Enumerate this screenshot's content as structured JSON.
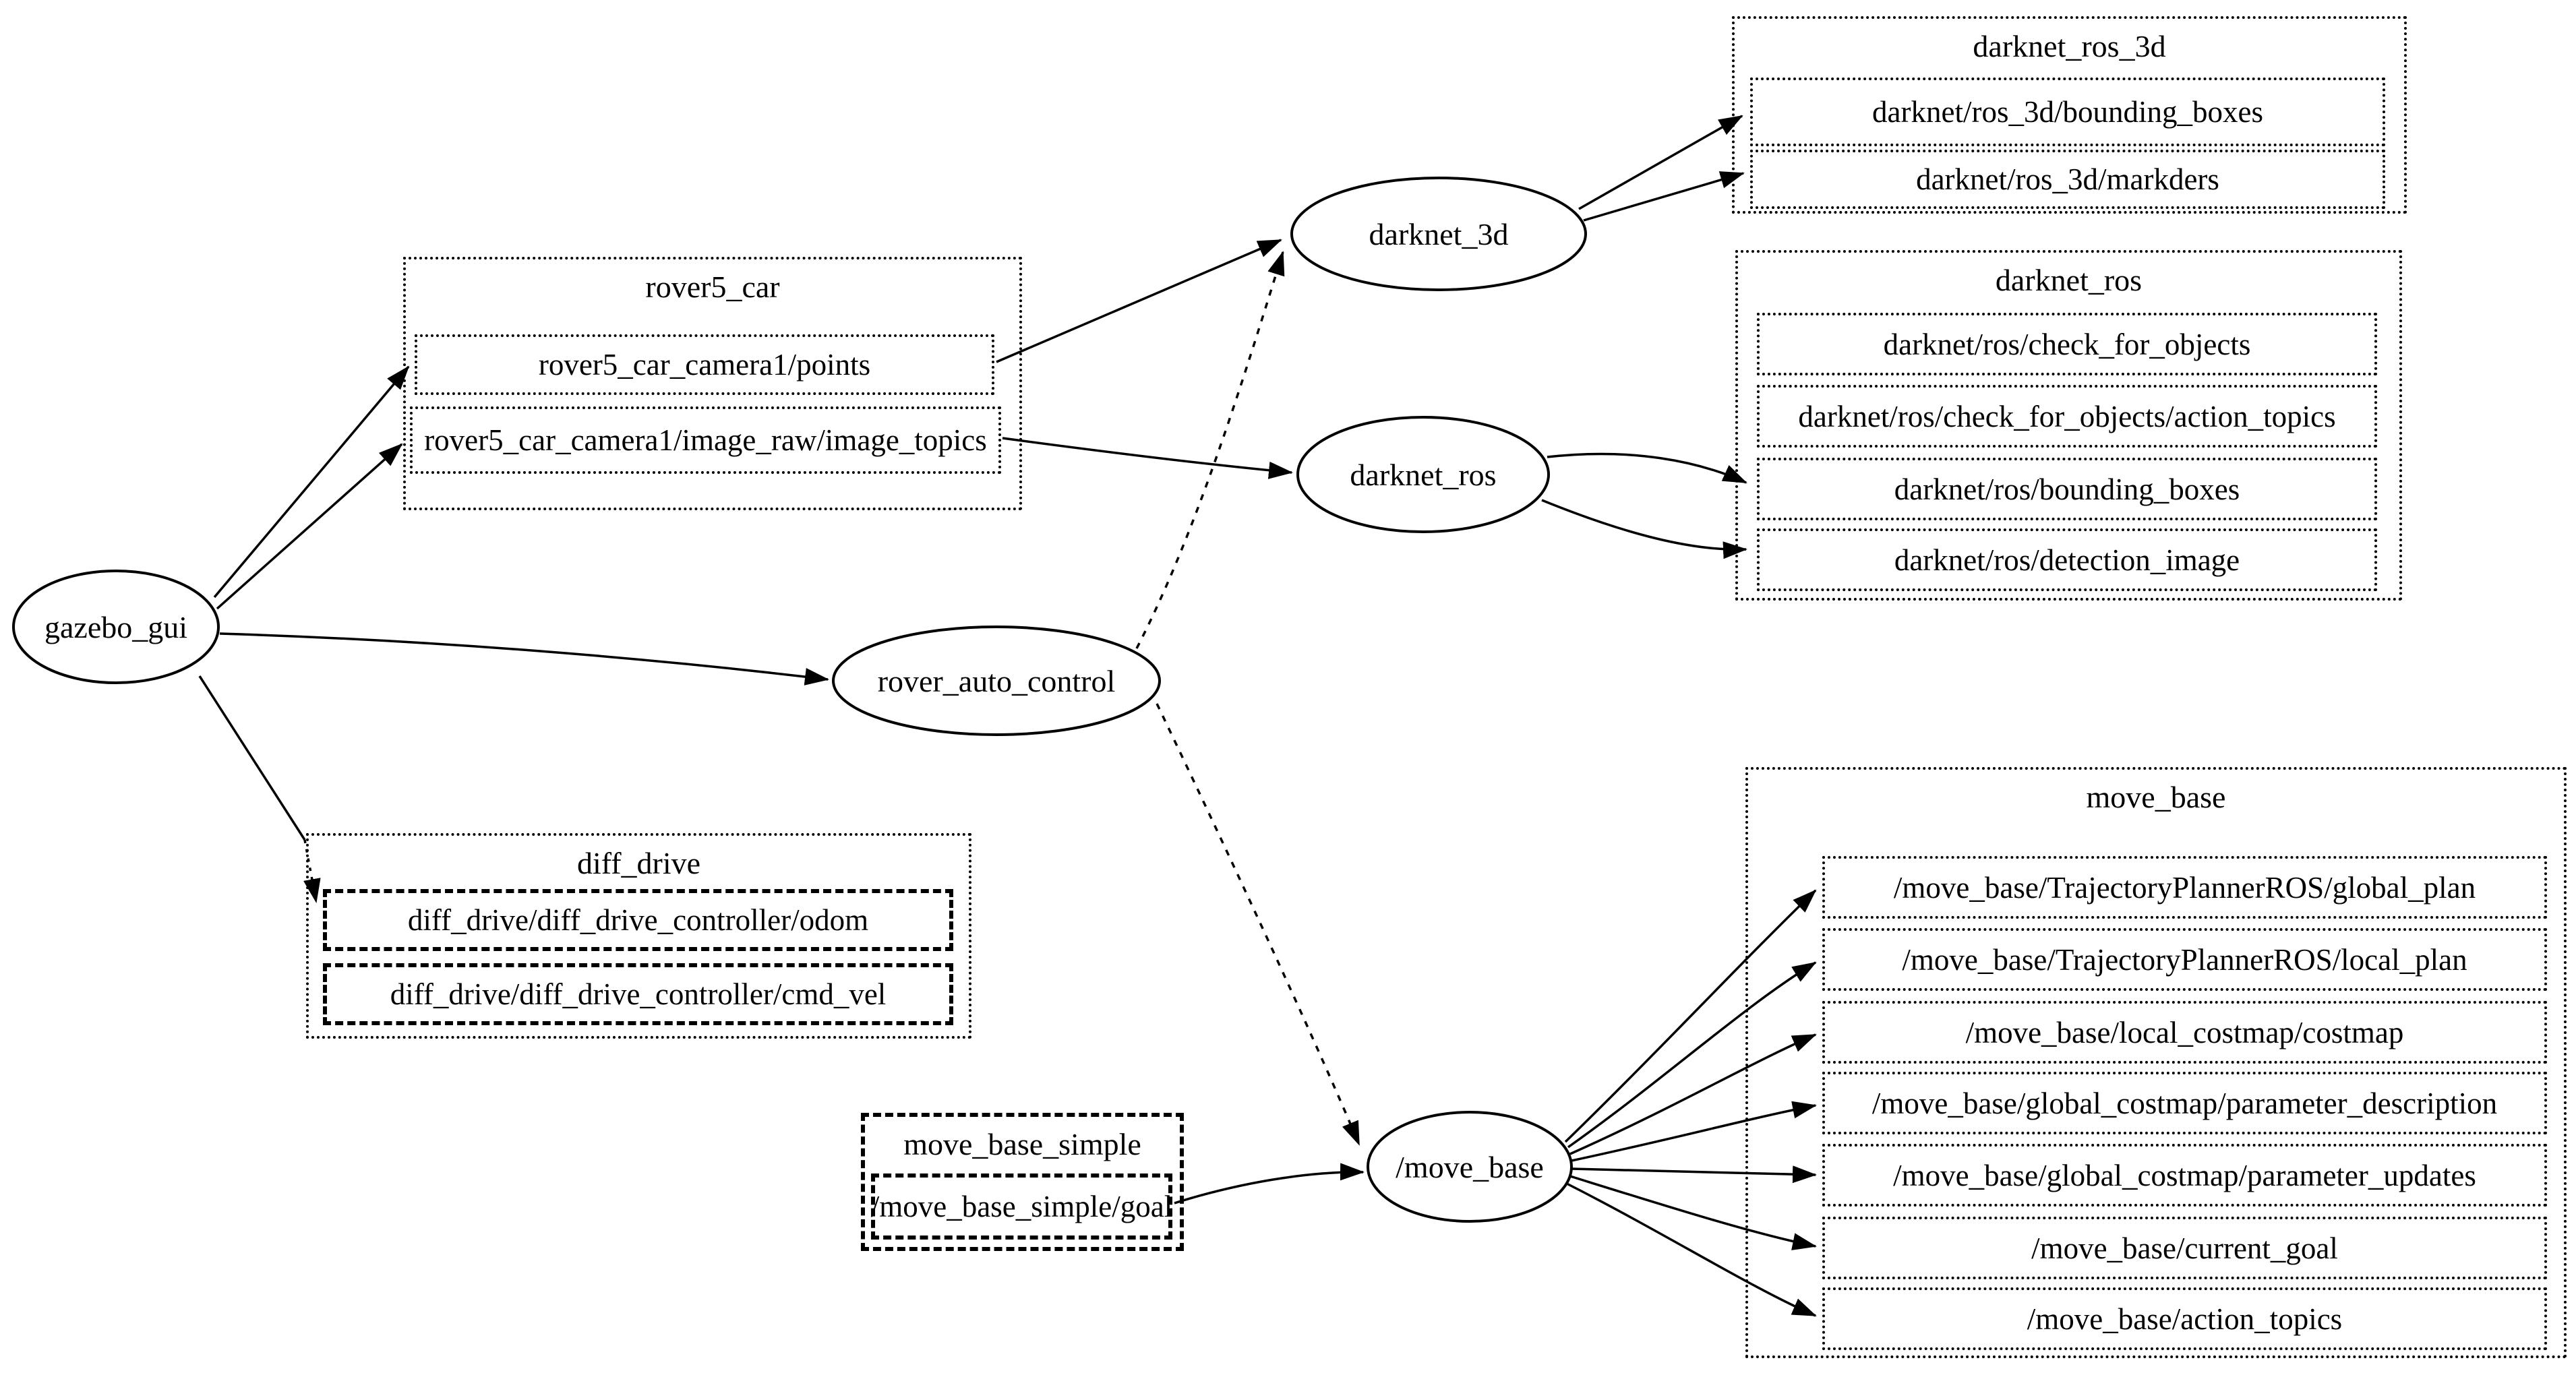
{
  "diagram": {
    "type": "ros-node-graph",
    "colors": {
      "background": "#ffffff",
      "stroke": "#000000"
    },
    "nodes": {
      "gazebo_gui": {
        "label": "gazebo_gui"
      },
      "rover_auto_control": {
        "label": "rover_auto_control"
      },
      "darknet_3d": {
        "label": "darknet_3d"
      },
      "darknet_ros": {
        "label": "darknet_ros"
      },
      "move_base": {
        "label": "/move_base"
      }
    },
    "clusters": {
      "rover5_car": {
        "title": "rover5_car",
        "topics": [
          "rover5_car_camera1/points",
          "rover5_car_camera1/image_raw/image_topics"
        ]
      },
      "darknet_ros_3d": {
        "title": "darknet_ros_3d",
        "topics": [
          "darknet/ros_3d/bounding_boxes",
          "darknet/ros_3d/markders"
        ]
      },
      "darknet_ros": {
        "title": "darknet_ros",
        "topics": [
          "darknet/ros/check_for_objects",
          "darknet/ros/check_for_objects/action_topics",
          "darknet/ros/bounding_boxes",
          "darknet/ros/detection_image"
        ]
      },
      "diff_drive": {
        "title": "diff_drive",
        "topics": [
          "diff_drive/diff_drive_controller/odom",
          "diff_drive/diff_drive_controller/cmd_vel"
        ]
      },
      "move_base_simple": {
        "title": "move_base_simple",
        "topics": [
          "/move_base_simple/goal"
        ]
      },
      "move_base": {
        "title": "move_base",
        "topics": [
          "/move_base/TrajectoryPlannerROS/global_plan",
          "/move_base/TrajectoryPlannerROS/local_plan",
          "/move_base/local_costmap/costmap",
          "/move_base/global_costmap/parameter_description",
          "/move_base/global_costmap/parameter_updates",
          "/move_base/current_goal",
          "/move_base/action_topics"
        ]
      }
    },
    "edges": [
      {
        "from": "gazebo_gui",
        "to": "rover5_car_camera1/points",
        "style": "solid"
      },
      {
        "from": "gazebo_gui",
        "to": "rover5_car_camera1/image_raw/image_topics",
        "style": "solid"
      },
      {
        "from": "gazebo_gui",
        "to": "rover_auto_control",
        "style": "solid"
      },
      {
        "from": "gazebo_gui",
        "to": "diff_drive/diff_drive_controller/odom",
        "style": "solid-then-dotted"
      },
      {
        "from": "rover5_car_camera1/points",
        "to": "darknet_3d",
        "style": "solid"
      },
      {
        "from": "rover5_car_camera1/image_raw/image_topics",
        "to": "darknet_ros",
        "style": "solid"
      },
      {
        "from": "rover_auto_control",
        "to": "darknet_3d",
        "style": "dashed"
      },
      {
        "from": "rover_auto_control",
        "to": "/move_base",
        "style": "dashed"
      },
      {
        "from": "/move_base_simple/goal",
        "to": "/move_base",
        "style": "solid"
      },
      {
        "from": "darknet_3d",
        "to": "darknet/ros_3d/bounding_boxes",
        "style": "solid"
      },
      {
        "from": "darknet_3d",
        "to": "darknet/ros_3d/markders",
        "style": "solid"
      },
      {
        "from": "darknet_ros",
        "to": "darknet/ros/bounding_boxes",
        "style": "solid"
      },
      {
        "from": "darknet_ros",
        "to": "darknet/ros/detection_image",
        "style": "solid"
      },
      {
        "from": "/move_base",
        "to": "/move_base/TrajectoryPlannerROS/global_plan",
        "style": "solid"
      },
      {
        "from": "/move_base",
        "to": "/move_base/TrajectoryPlannerROS/local_plan",
        "style": "solid"
      },
      {
        "from": "/move_base",
        "to": "/move_base/local_costmap/costmap",
        "style": "solid"
      },
      {
        "from": "/move_base",
        "to": "/move_base/global_costmap/parameter_description",
        "style": "solid"
      },
      {
        "from": "/move_base",
        "to": "/move_base/global_costmap/parameter_updates",
        "style": "solid"
      },
      {
        "from": "/move_base",
        "to": "/move_base/current_goal",
        "style": "solid"
      },
      {
        "from": "/move_base",
        "to": "/move_base/action_topics",
        "style": "solid"
      }
    ]
  }
}
